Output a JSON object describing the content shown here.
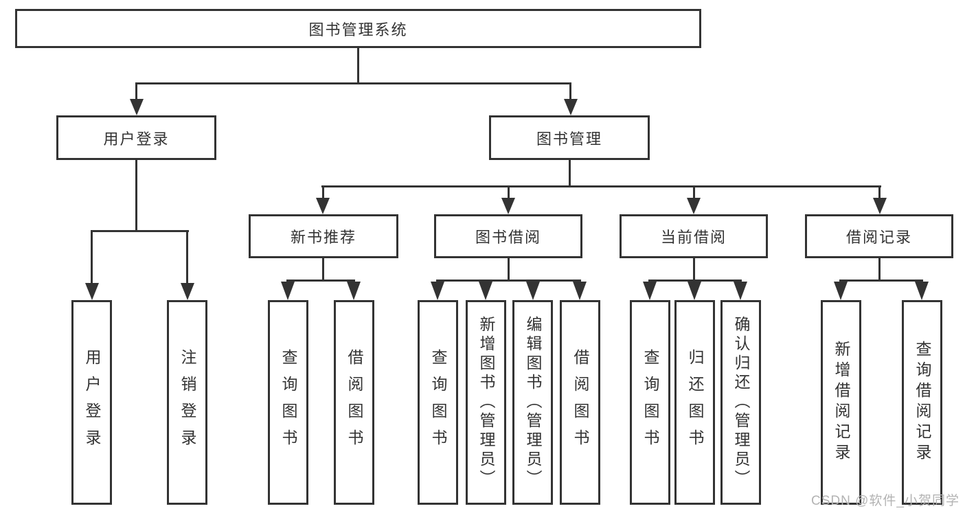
{
  "diagram": {
    "title": "图书管理系统",
    "nodes": {
      "root": "图书管理系统",
      "user_login": "用户登录",
      "book_mgmt": "图书管理",
      "new_book_rec": "新书推荐",
      "book_borrow": "图书借阅",
      "current_borrow": "当前借阅",
      "borrow_records": "借阅记录",
      "leaves": {
        "user_login_leaf": "用户登录",
        "logout": "注销登录",
        "query_book_1": "查询图书",
        "borrow_book_1": "借阅图书",
        "query_book_2": "查询图书",
        "add_book": "新增图书（管理员）",
        "edit_book": "编辑图书（管理员）",
        "borrow_book_2": "借阅图书",
        "query_book_3": "查询图书",
        "return_book": "归还图书",
        "confirm_return": "确认归还（管理员）",
        "add_borrow_record": "新增借阅记录",
        "query_borrow_record": "查询借阅记录"
      }
    }
  },
  "watermark": "CSDN @软件_小贺同学",
  "colors": {
    "line": "#333333",
    "text": "#333333",
    "watermark": "#b3b3b3",
    "background": "#ffffff"
  }
}
